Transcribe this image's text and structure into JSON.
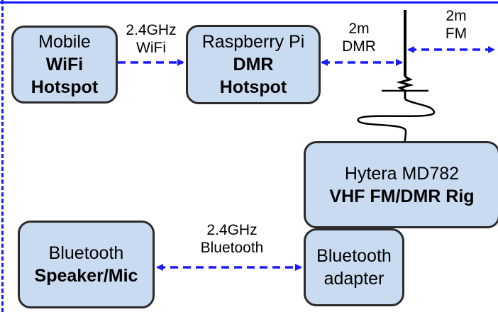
{
  "boxes": {
    "mobile_hotspot": {
      "line1": "Mobile",
      "line2": "WiFi",
      "line3": "Hotspot"
    },
    "raspberry_pi": {
      "line1": "Raspberry Pi",
      "line2": "DMR",
      "line3": "Hotspot"
    },
    "hytera": {
      "line1": "Hytera MD782",
      "line2": "VHF FM/DMR Rig"
    },
    "bluetooth_speaker": {
      "line1": "Bluetooth",
      "line2": "Speaker/Mic"
    },
    "bluetooth_adapter": {
      "line1": "Bluetooth",
      "line2": "adapter"
    }
  },
  "links": {
    "wifi": {
      "line1": "2.4GHz",
      "line2": "WiFi"
    },
    "dmr": {
      "line1": "2m",
      "line2": "DMR"
    },
    "fm": {
      "line1": "2m",
      "line2": "FM"
    },
    "bluetooth": {
      "line1": "2.4GHz",
      "line2": "Bluetooth"
    }
  },
  "colors": {
    "box_fill": "#c9dbf0",
    "box_border": "#2b2b2b",
    "arrow": "#1a1aff"
  }
}
